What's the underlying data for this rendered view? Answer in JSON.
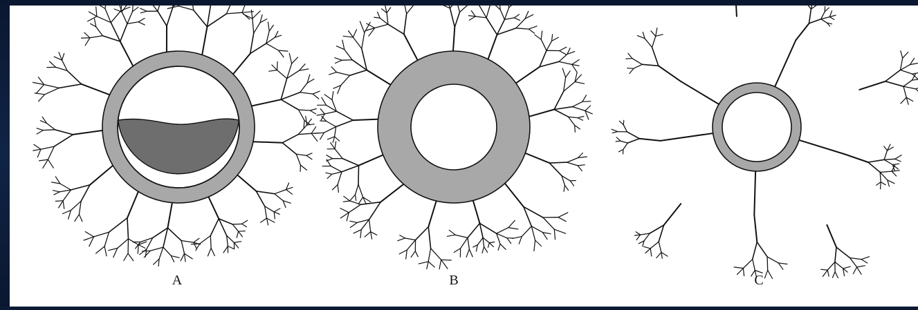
{
  "figure": {
    "panels": [
      {
        "label": "A",
        "wall": "medium",
        "content": "half-filled"
      },
      {
        "label": "B",
        "wall": "thick",
        "content": "empty"
      },
      {
        "label": "C",
        "wall": "thin",
        "content": "empty"
      }
    ],
    "colors": {
      "background": "#0c1a33",
      "panel": "#ffffff",
      "wall_fill": "#a8a8a8",
      "lumen_fill": "#ffffff",
      "dark_fill": "#6e6e6e",
      "stroke": "#111111",
      "branch": "#111111"
    }
  }
}
